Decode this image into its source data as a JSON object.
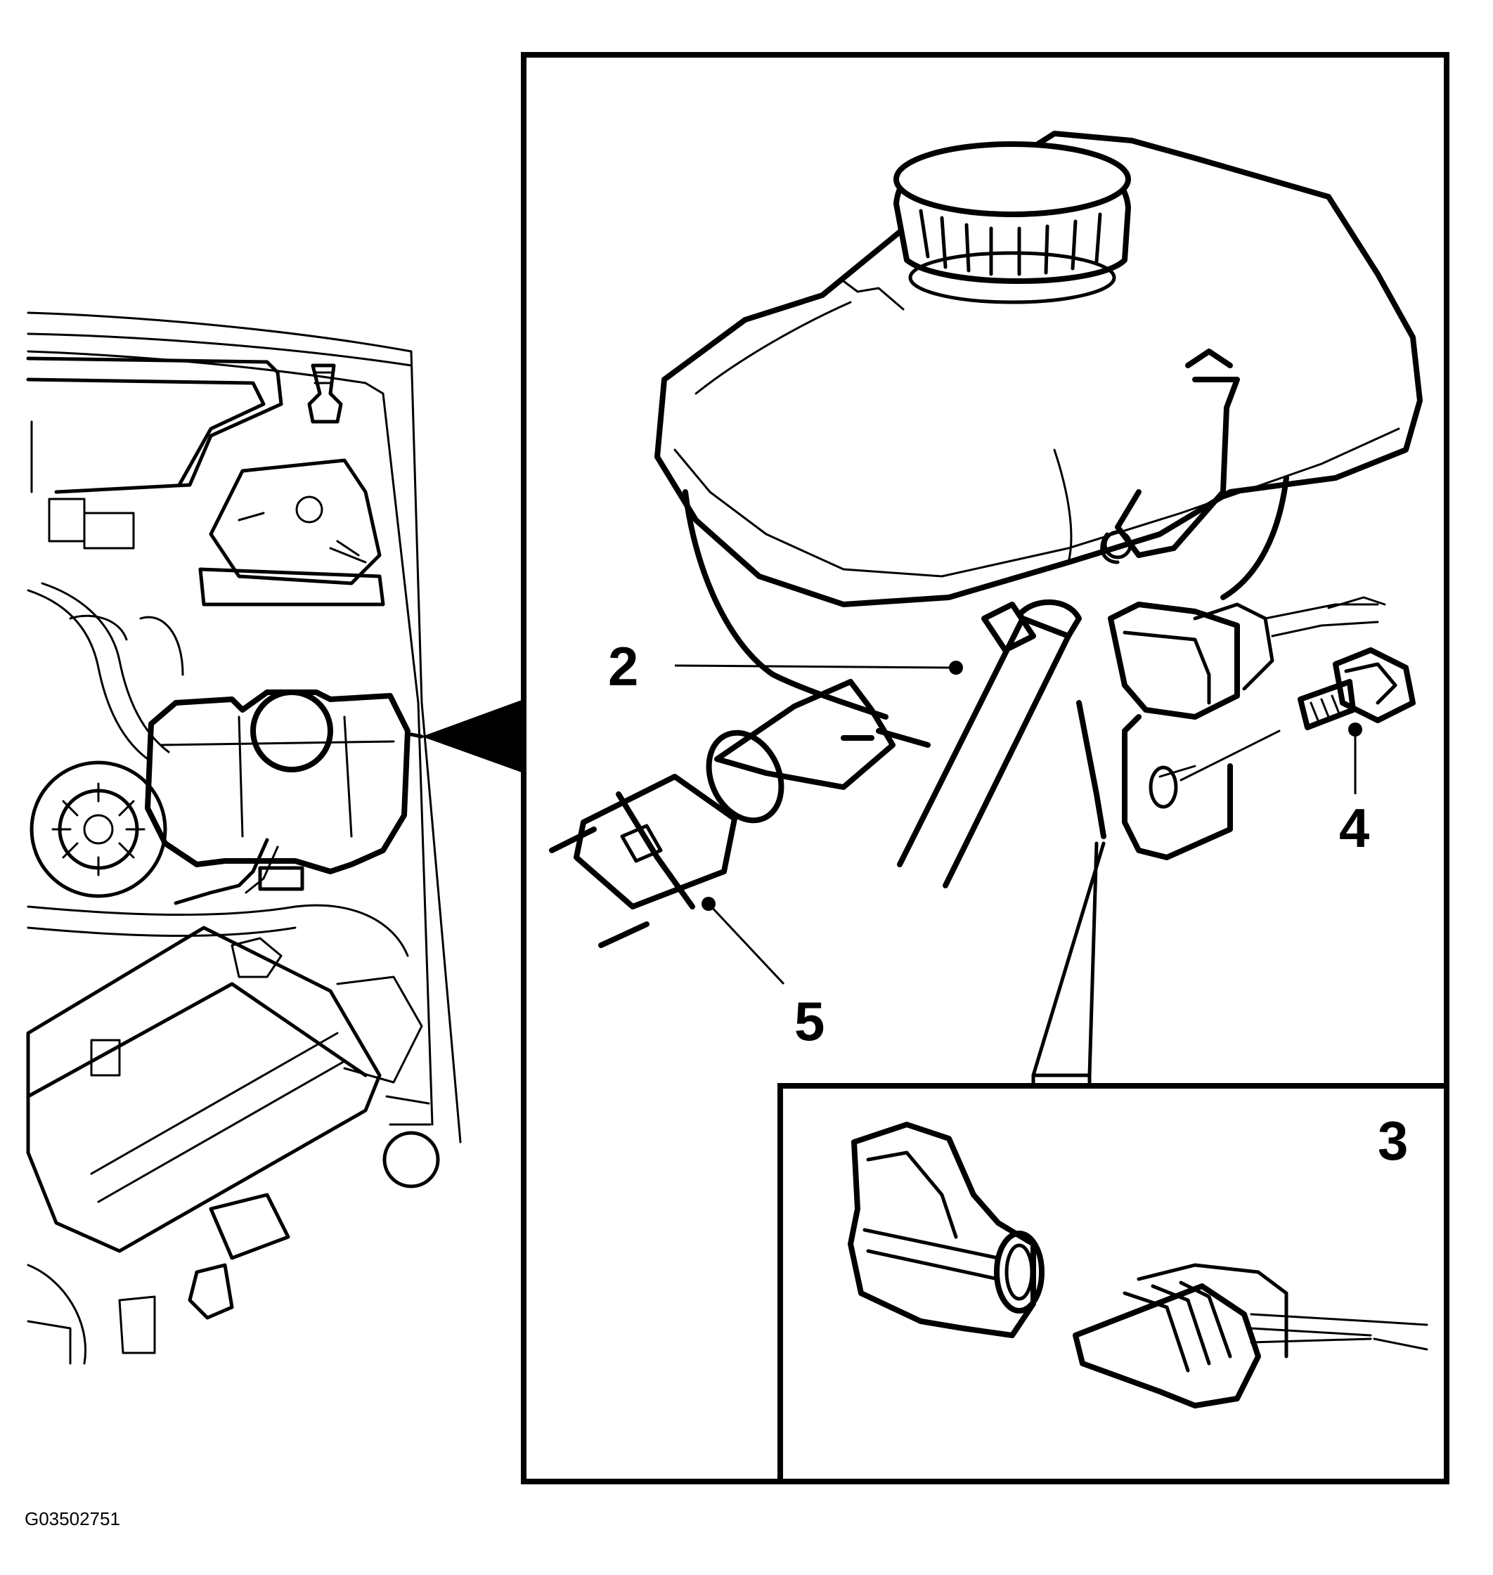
{
  "diagram": {
    "callouts": [
      {
        "id": "2",
        "text": "2"
      },
      {
        "id": "3",
        "text": "3"
      },
      {
        "id": "4",
        "text": "4"
      },
      {
        "id": "5",
        "text": "5"
      }
    ],
    "figure_id": "G03502751"
  }
}
